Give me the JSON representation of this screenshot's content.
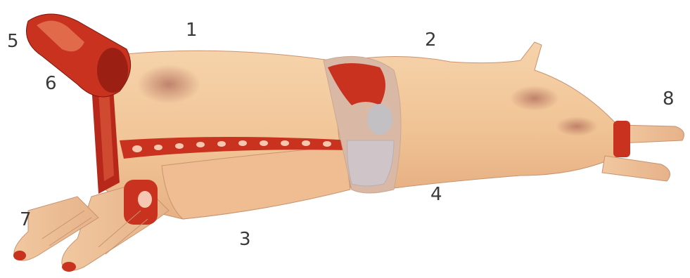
{
  "labels": {
    "n1": "1",
    "n2": "2",
    "n3": "3",
    "n4": "4",
    "n5": "5",
    "n6": "6",
    "n7": "7",
    "n8": "8"
  },
  "colors": {
    "skin": "#f2c69a",
    "skin_shade": "#e9b48a",
    "meat": "#c8321f",
    "meat_dark": "#8f1a12",
    "fat": "#f7e2c8",
    "bone": "#d9d4cf"
  }
}
